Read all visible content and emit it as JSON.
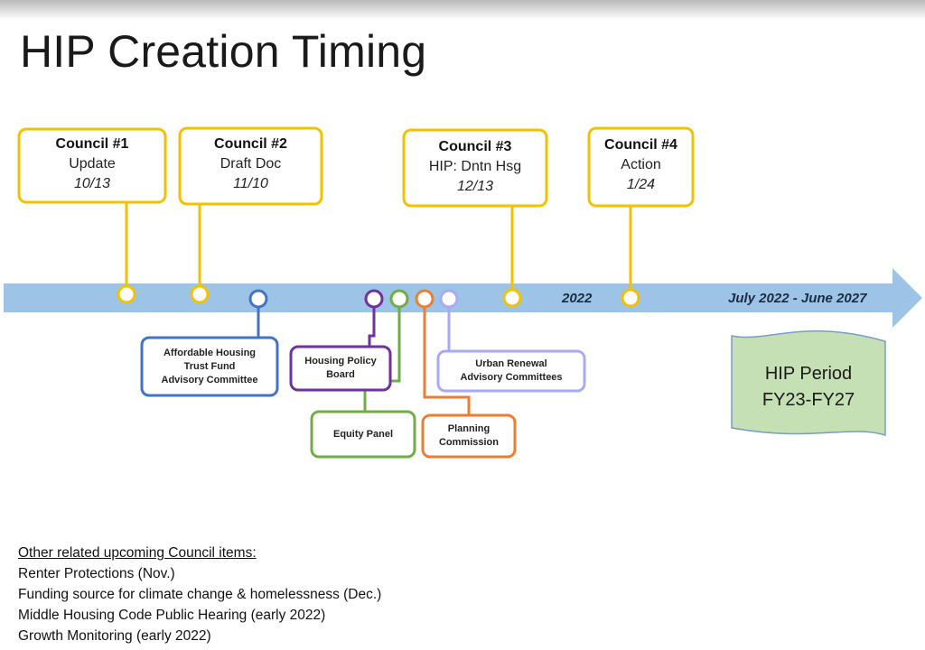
{
  "slide": {
    "title": "HIP Creation Timing"
  },
  "council_meetings": [
    {
      "title": "Council #1",
      "subtitle": "Update",
      "date": "10/13"
    },
    {
      "title": "Council #2",
      "subtitle": "Draft Doc",
      "date": "11/10"
    },
    {
      "title": "Council #3",
      "subtitle": "HIP: Dntn Hsg",
      "date": "12/13"
    },
    {
      "title": "Council #4",
      "subtitle": "Action",
      "date": "1/24"
    }
  ],
  "timeline": {
    "year_label": "2022",
    "period_label": "July 2022 - June 2027"
  },
  "advisory_groups": [
    {
      "line1": "Affordable Housing",
      "line2": "Trust Fund",
      "line3": "Advisory Committee",
      "color": "#4472c4"
    },
    {
      "line1": "Housing Policy",
      "line2": "Board",
      "color": "#7030a0"
    },
    {
      "line1": "Equity Panel",
      "color": "#70ad47"
    },
    {
      "line1": "Planning",
      "line2": "Commission",
      "color": "#ed7d31"
    },
    {
      "line1": "Urban Renewal",
      "line2": "Advisory Committees",
      "color": "#a9a9f5"
    }
  ],
  "hip_period": {
    "line1": "HIP Period",
    "line2": "FY23-FY27",
    "fill": "#c5e0b4"
  },
  "colors": {
    "council": "#f2c200",
    "timeline_arrow": "#9dc3e6"
  },
  "other_items": {
    "heading": "Other related upcoming Council items:",
    "items": [
      "Renter Protections (Nov.)",
      "Funding source for climate change & homelessness (Dec.)",
      "Middle Housing Code Public Hearing (early 2022)",
      "Growth Monitoring (early 2022)"
    ]
  }
}
